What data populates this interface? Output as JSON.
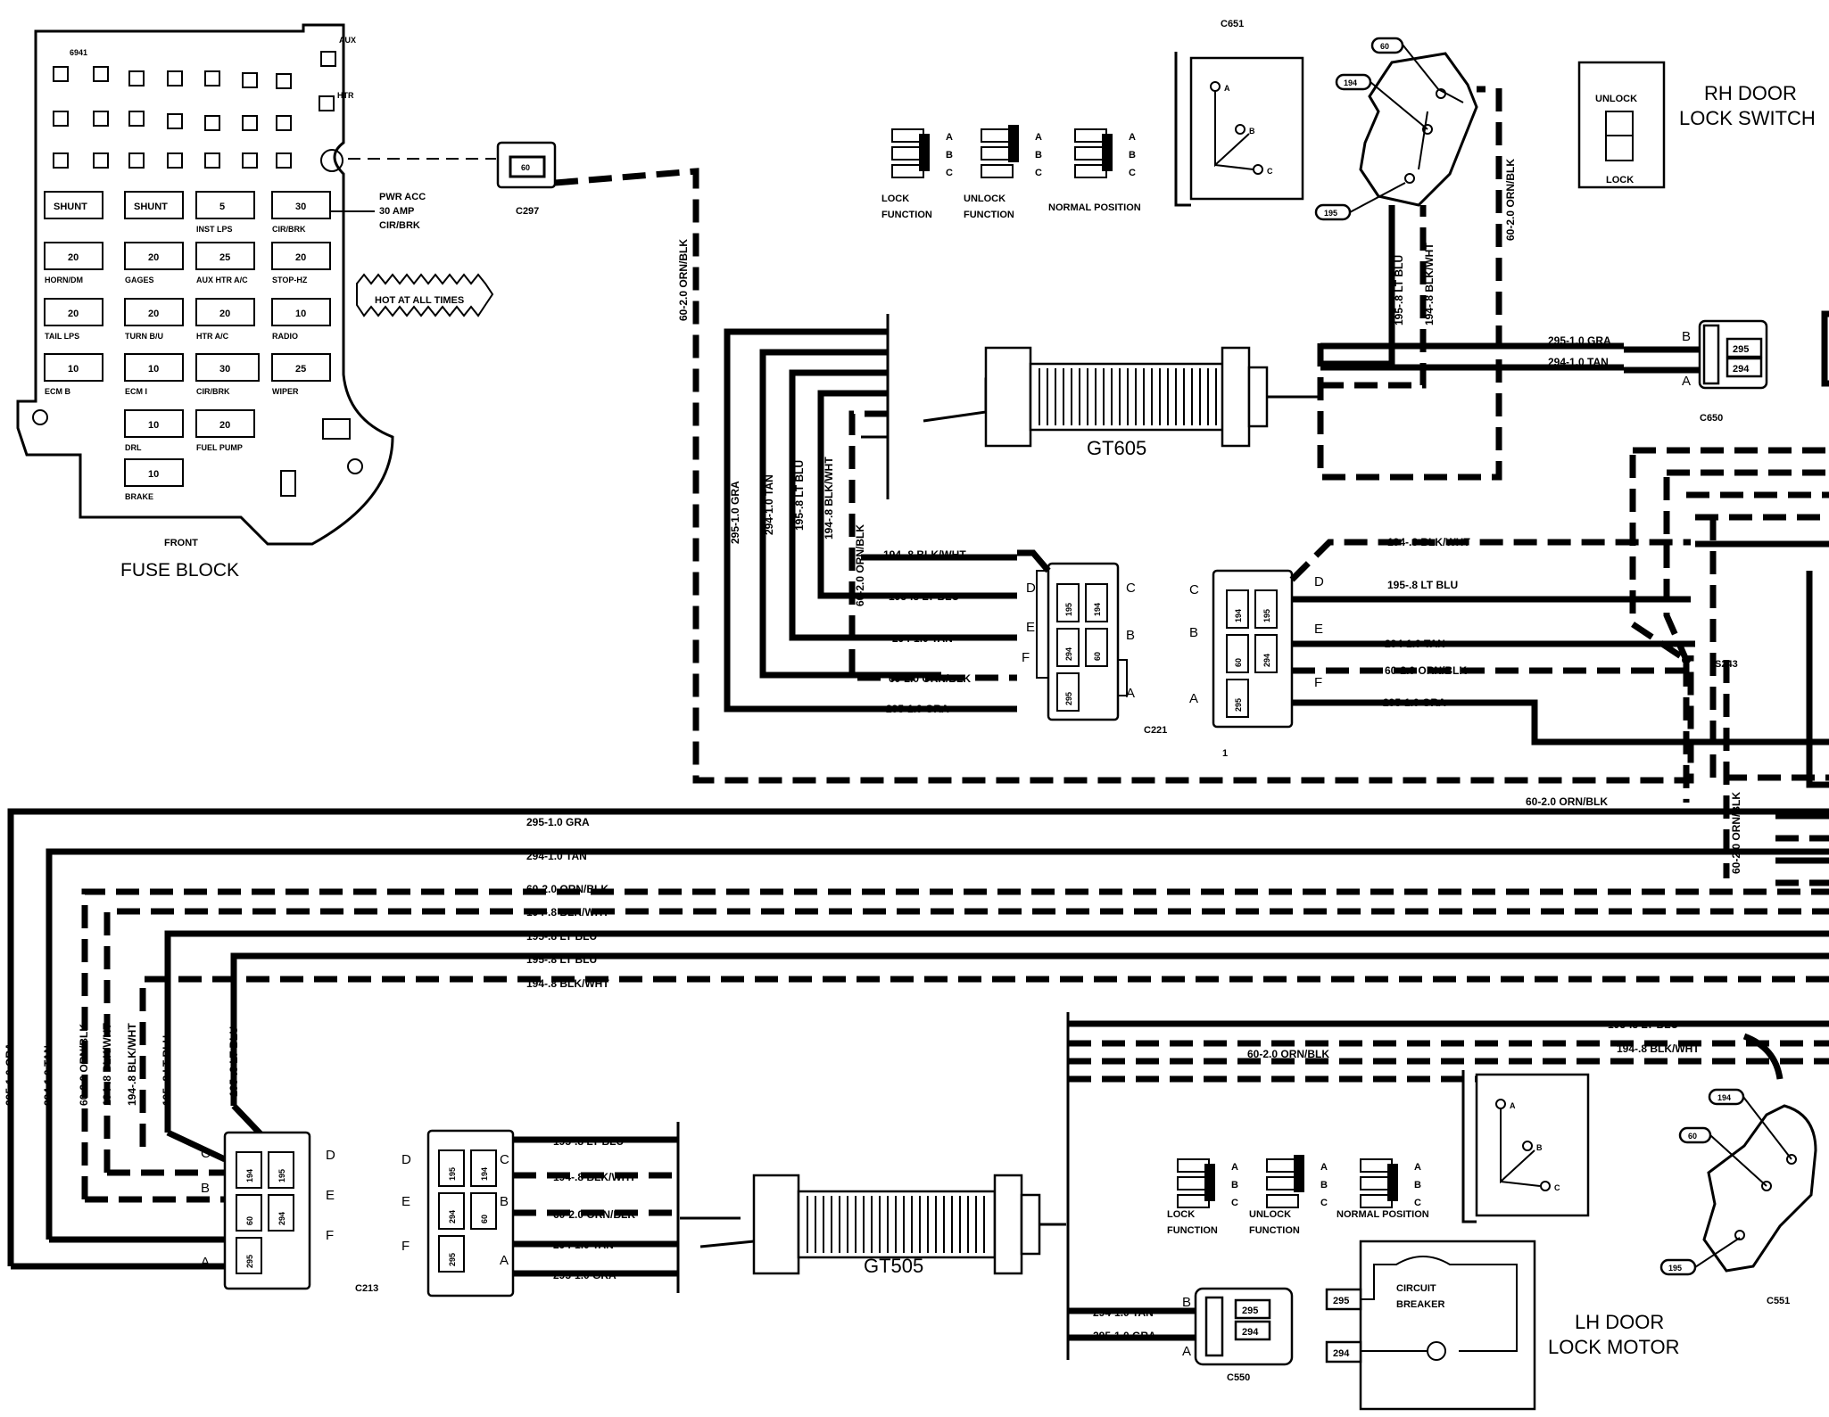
{
  "fuse_block": {
    "title": "FUSE BLOCK",
    "front_label": "FRONT",
    "relay_label": "6941",
    "fuses": [
      {
        "value": "SHUNT",
        "name": ""
      },
      {
        "value": "SHUNT",
        "name": ""
      },
      {
        "value": "5",
        "name": "INST LPS"
      },
      {
        "value": "30",
        "name": "CIR/BRK"
      },
      {
        "value": "20",
        "name": "HORN/DM"
      },
      {
        "value": "20",
        "name": "GAGES"
      },
      {
        "value": "25",
        "name": "AUX HTR A/C"
      },
      {
        "value": "20",
        "name": "STOP-HZ"
      },
      {
        "value": "20",
        "name": "TAIL LPS"
      },
      {
        "value": "20",
        "name": "TURN B/U"
      },
      {
        "value": "20",
        "name": "HTR A/C"
      },
      {
        "value": "10",
        "name": "RADIO"
      },
      {
        "value": "10",
        "name": "ECM B"
      },
      {
        "value": "10",
        "name": "ECM I"
      },
      {
        "value": "30",
        "name": "CIR/BRK"
      },
      {
        "value": "25",
        "name": "WIPER"
      },
      {
        "value": "10",
        "name": "DRL"
      },
      {
        "value": "20",
        "name": "FUEL PUMP"
      },
      {
        "value": "10",
        "name": "BRAKE"
      }
    ],
    "pwr_acc_note": [
      "PWR ACC",
      "30 AMP",
      "CIR/BRK"
    ],
    "hot_note": "HOT AT ALL TIMES",
    "side_labels": [
      "AUX",
      "HTR"
    ]
  },
  "connectors": {
    "c297": "C297",
    "c297_pin": "60",
    "c651": "C651",
    "c650": "C650",
    "c221": "C221",
    "c213": "C213",
    "c550": "C550",
    "c551": "C551",
    "s243": "S243",
    "unnamed_1": "1"
  },
  "grommets": {
    "top": "GT605",
    "bottom": "GT505"
  },
  "wires": {
    "w60": "60-2.0 ORN/BLK",
    "w295": "295-1.0 GRA",
    "w294": "294-1.0 TAN",
    "w195": "195-.8 LT BLU",
    "w194": "194-.8 BLK/WHT"
  },
  "switch_positions": {
    "lock": [
      "LOCK",
      "FUNCTION"
    ],
    "unlock": [
      "UNLOCK",
      "FUNCTION"
    ],
    "normal": "NORMAL POSITION",
    "pins": [
      "A",
      "B",
      "C"
    ]
  },
  "rh_switch": {
    "title": [
      "RH DOOR",
      "LOCK SWITCH"
    ],
    "unlock": "UNLOCK",
    "lock": "LOCK",
    "circuits": [
      "60",
      "194",
      "195"
    ]
  },
  "lh_motor": {
    "title": [
      "LH DOOR",
      "LOCK MOTOR"
    ],
    "breaker": [
      "CIRCUIT",
      "BREAKER"
    ],
    "pins": [
      "295",
      "294"
    ]
  },
  "lh_switch": {
    "circuits": [
      "194",
      "60",
      "195"
    ]
  },
  "c650_pins": [
    "295",
    "294"
  ],
  "c221_pins": [
    "195",
    "194",
    "294",
    "60",
    "295"
  ],
  "pin_letters": [
    "A",
    "B",
    "C",
    "D",
    "E",
    "F"
  ]
}
